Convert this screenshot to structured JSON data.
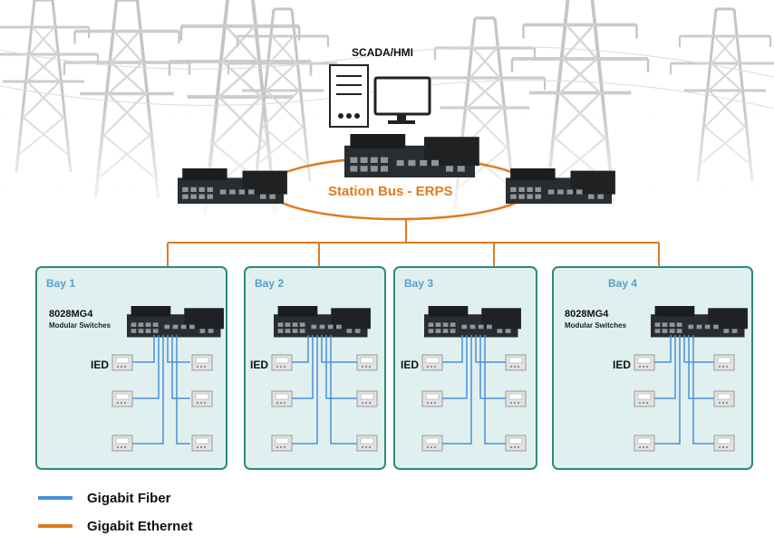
{
  "scada_label": "SCADA/HMI",
  "ring_label": "Station Bus - ERPS",
  "bays": [
    {
      "title": "Bay 1",
      "model": "8028MG4",
      "model_sub": "Modular Switches",
      "ied_label": "IED"
    },
    {
      "title": "Bay 2",
      "model": "",
      "model_sub": "",
      "ied_label": "IED"
    },
    {
      "title": "Bay 3",
      "model": "",
      "model_sub": "",
      "ied_label": "IED"
    },
    {
      "title": "Bay 4",
      "model": "8028MG4",
      "model_sub": "Modular Switches",
      "ied_label": "IED"
    }
  ],
  "legend": [
    {
      "label": "Gigabit Fiber",
      "color": "#4a90d9"
    },
    {
      "label": "Gigabit Ethernet",
      "color": "#e07a1f"
    }
  ],
  "colors": {
    "fiber": "#4a90d9",
    "ethernet": "#e07a1f",
    "bay_border": "#2b8a7a",
    "bay_fill": "#dff0ee"
  },
  "icons": {
    "tower": "transmission-tower-icon",
    "server": "server-icon",
    "monitor": "monitor-icon",
    "switch": "switch-icon",
    "ied": "ied-device-icon"
  }
}
